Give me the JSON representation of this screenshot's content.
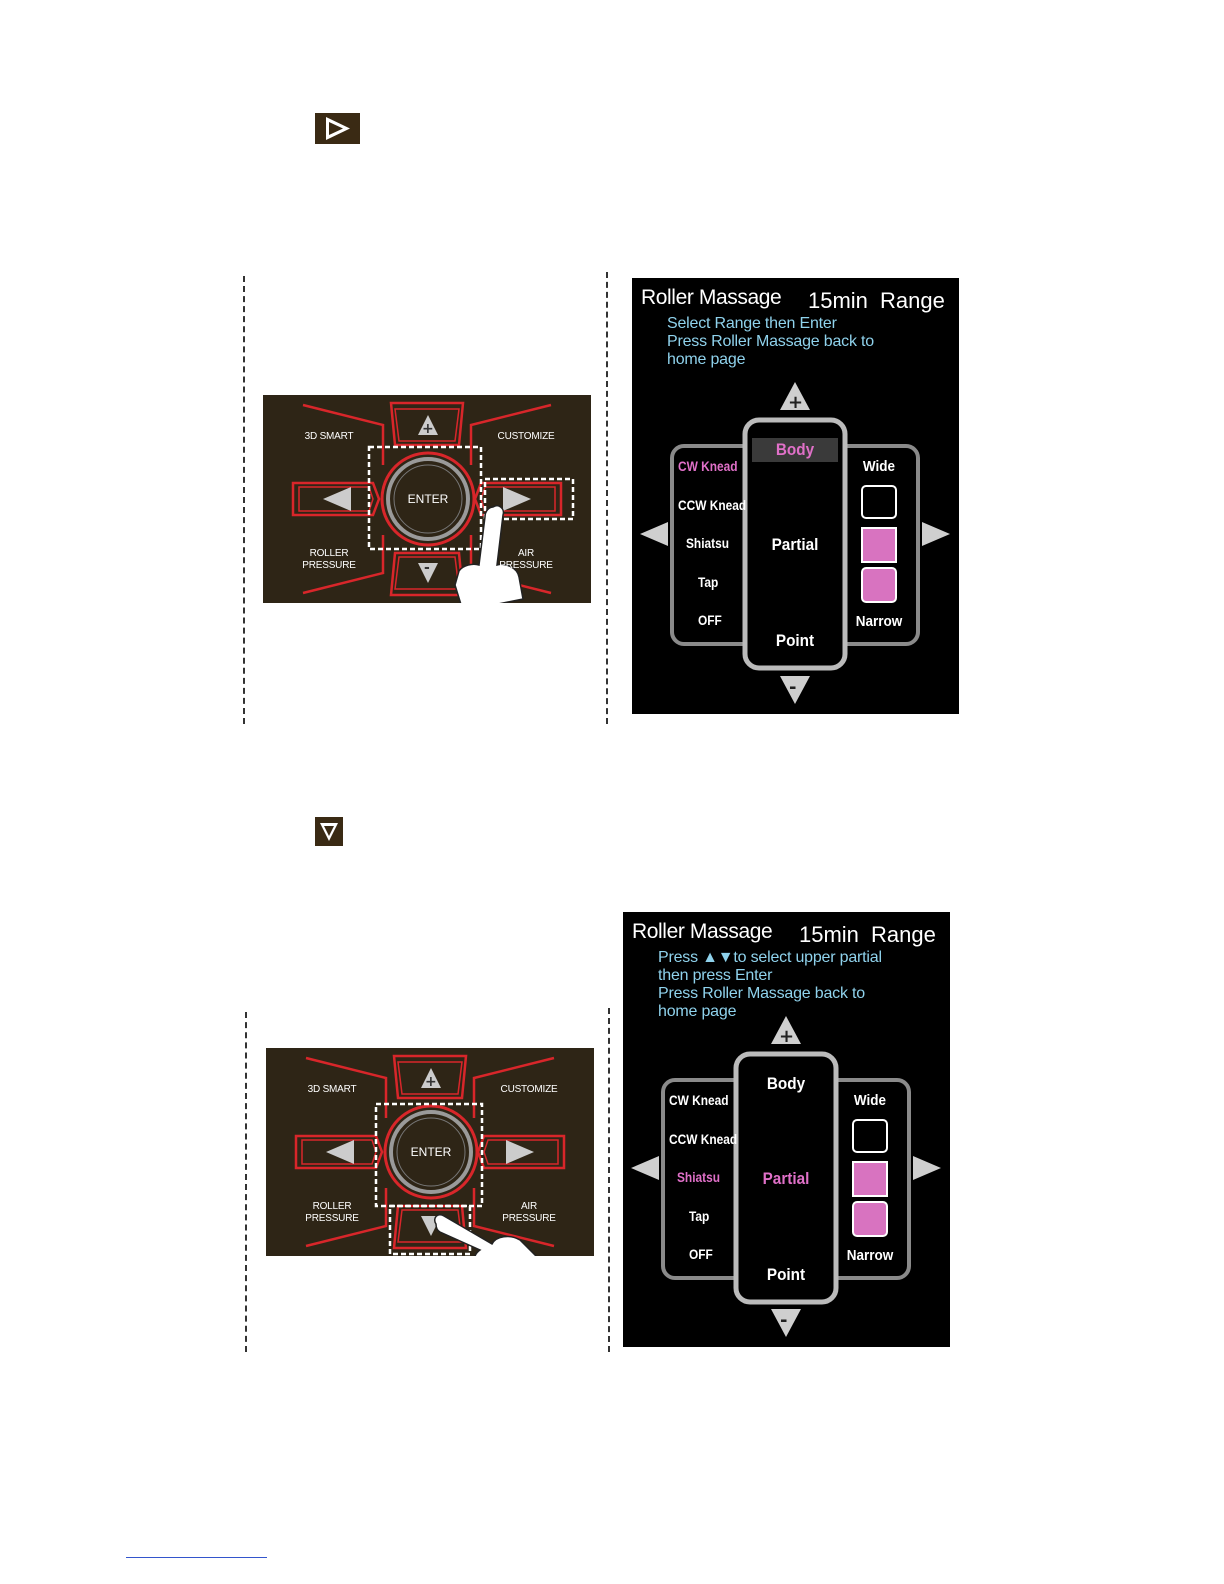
{
  "step1": {
    "icon": "play-right-icon"
  },
  "step2": {
    "icon": "triangle-down-icon"
  },
  "remote": {
    "label_3d_smart": "3D SMART",
    "label_customize": "CUSTOMIZE",
    "label_roller_pressure": "ROLLER\nPRESSURE",
    "label_air_pressure": "AIR\nPRESSURE",
    "enter": "ENTER"
  },
  "screen1": {
    "title": "Roller Massage",
    "timer": "15min",
    "range": "Range",
    "instructions": [
      "Select Range then Enter",
      "Press Roller Massage back to",
      "home page"
    ],
    "modes": [
      "CW Knead",
      "CCW Knead",
      "Shiatsu",
      "Tap",
      "OFF"
    ],
    "selected_mode": "CW Knead",
    "zones": [
      "Body",
      "Partial",
      "Point"
    ],
    "selected_zone": "Body",
    "width_top": "Wide",
    "width_bottom": "Narrow",
    "width_level": 2
  },
  "screen2": {
    "title": "Roller Massage",
    "timer": "15min",
    "range": "Range",
    "instructions": [
      "Press ▲▼to select upper partial",
      "then press Enter",
      "Press Roller Massage back to",
      "home page"
    ],
    "modes": [
      "CW Knead",
      "CCW Knead",
      "Shiatsu",
      "Tap",
      "OFF"
    ],
    "selected_mode": "Shiatsu",
    "zones": [
      "Body",
      "Partial",
      "Point"
    ],
    "selected_zone": "Partial",
    "width_top": "Wide",
    "width_bottom": "Narrow",
    "width_level": 2
  },
  "colors": {
    "accent_red": "#d8262a",
    "selected_pink": "#e070c8",
    "instruction_blue": "#8fd2ec",
    "panel_brown": "#2e2516"
  }
}
